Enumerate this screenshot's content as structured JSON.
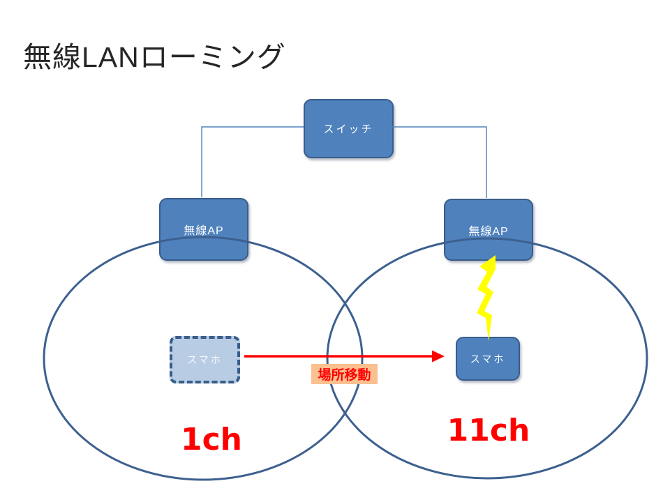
{
  "title": "無線LANローミング",
  "nodes": {
    "switch": {
      "label": "スイッチ"
    },
    "ap_left": {
      "label": "無線AP"
    },
    "ap_right": {
      "label": "無線AP"
    },
    "phone_left": {
      "label": "スマホ"
    },
    "phone_right": {
      "label": "スマホ"
    }
  },
  "annotations": {
    "move_label": "場所移動",
    "channel_left": "1ch",
    "channel_right": "11ch"
  },
  "icons": {
    "lightning_bolt": "wireless-link-lightning",
    "arrow": "movement-arrow-right"
  },
  "colors": {
    "title_color": "#262626",
    "box_fill": "#4F81BD",
    "box_border": "#385D8A",
    "light_fill": "#B8CCE4",
    "ellipse_stroke": "#3D608F",
    "connector": "#4F81BD",
    "arrow_red": "#FF0000",
    "label_bg": "#FAC090",
    "label_text": "#FF0000",
    "lightning": "#FFFF00",
    "channel_text": "#FF0000"
  }
}
